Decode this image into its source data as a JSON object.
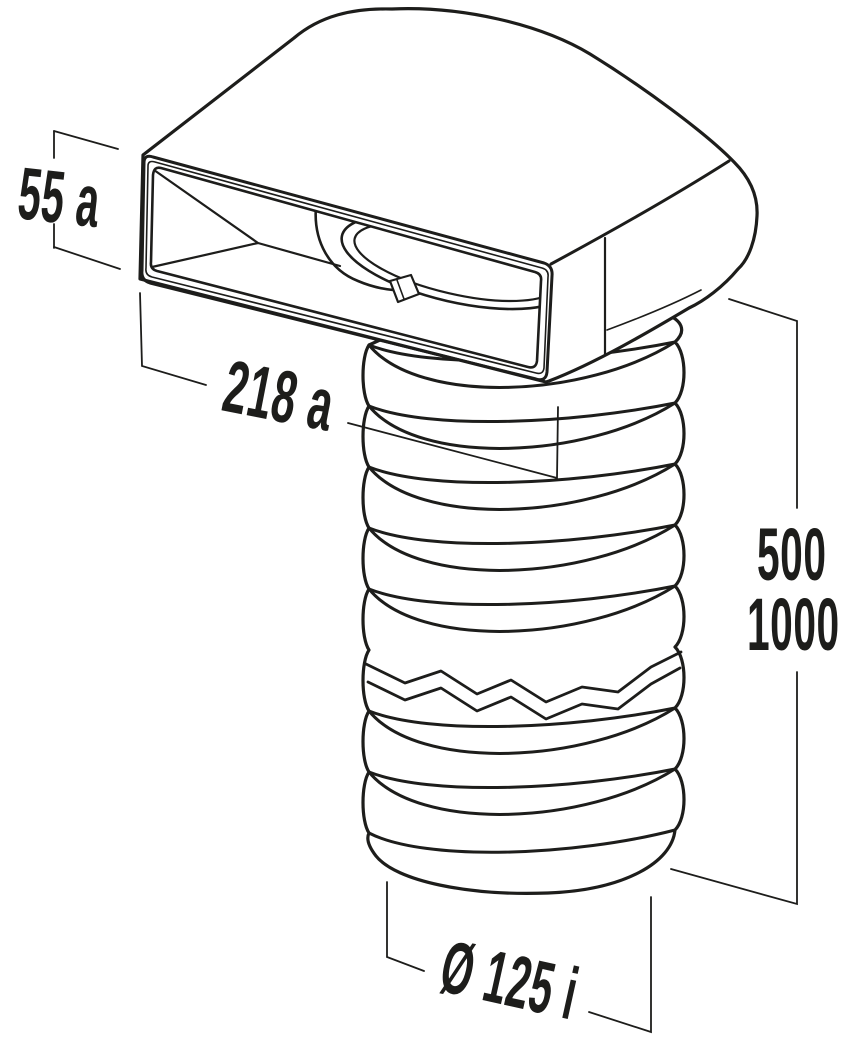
{
  "drawing": {
    "title": "Flat duct to round hose adapter - dimensioned technical drawing",
    "background_color": "#ffffff",
    "ink_color": "#1d1d1b",
    "labels": {
      "height": "55 a",
      "width": "218 a",
      "hose_length_option_1": "500",
      "hose_length_option_2": "1000",
      "hose_diameter": "Ø 125 i"
    }
  }
}
